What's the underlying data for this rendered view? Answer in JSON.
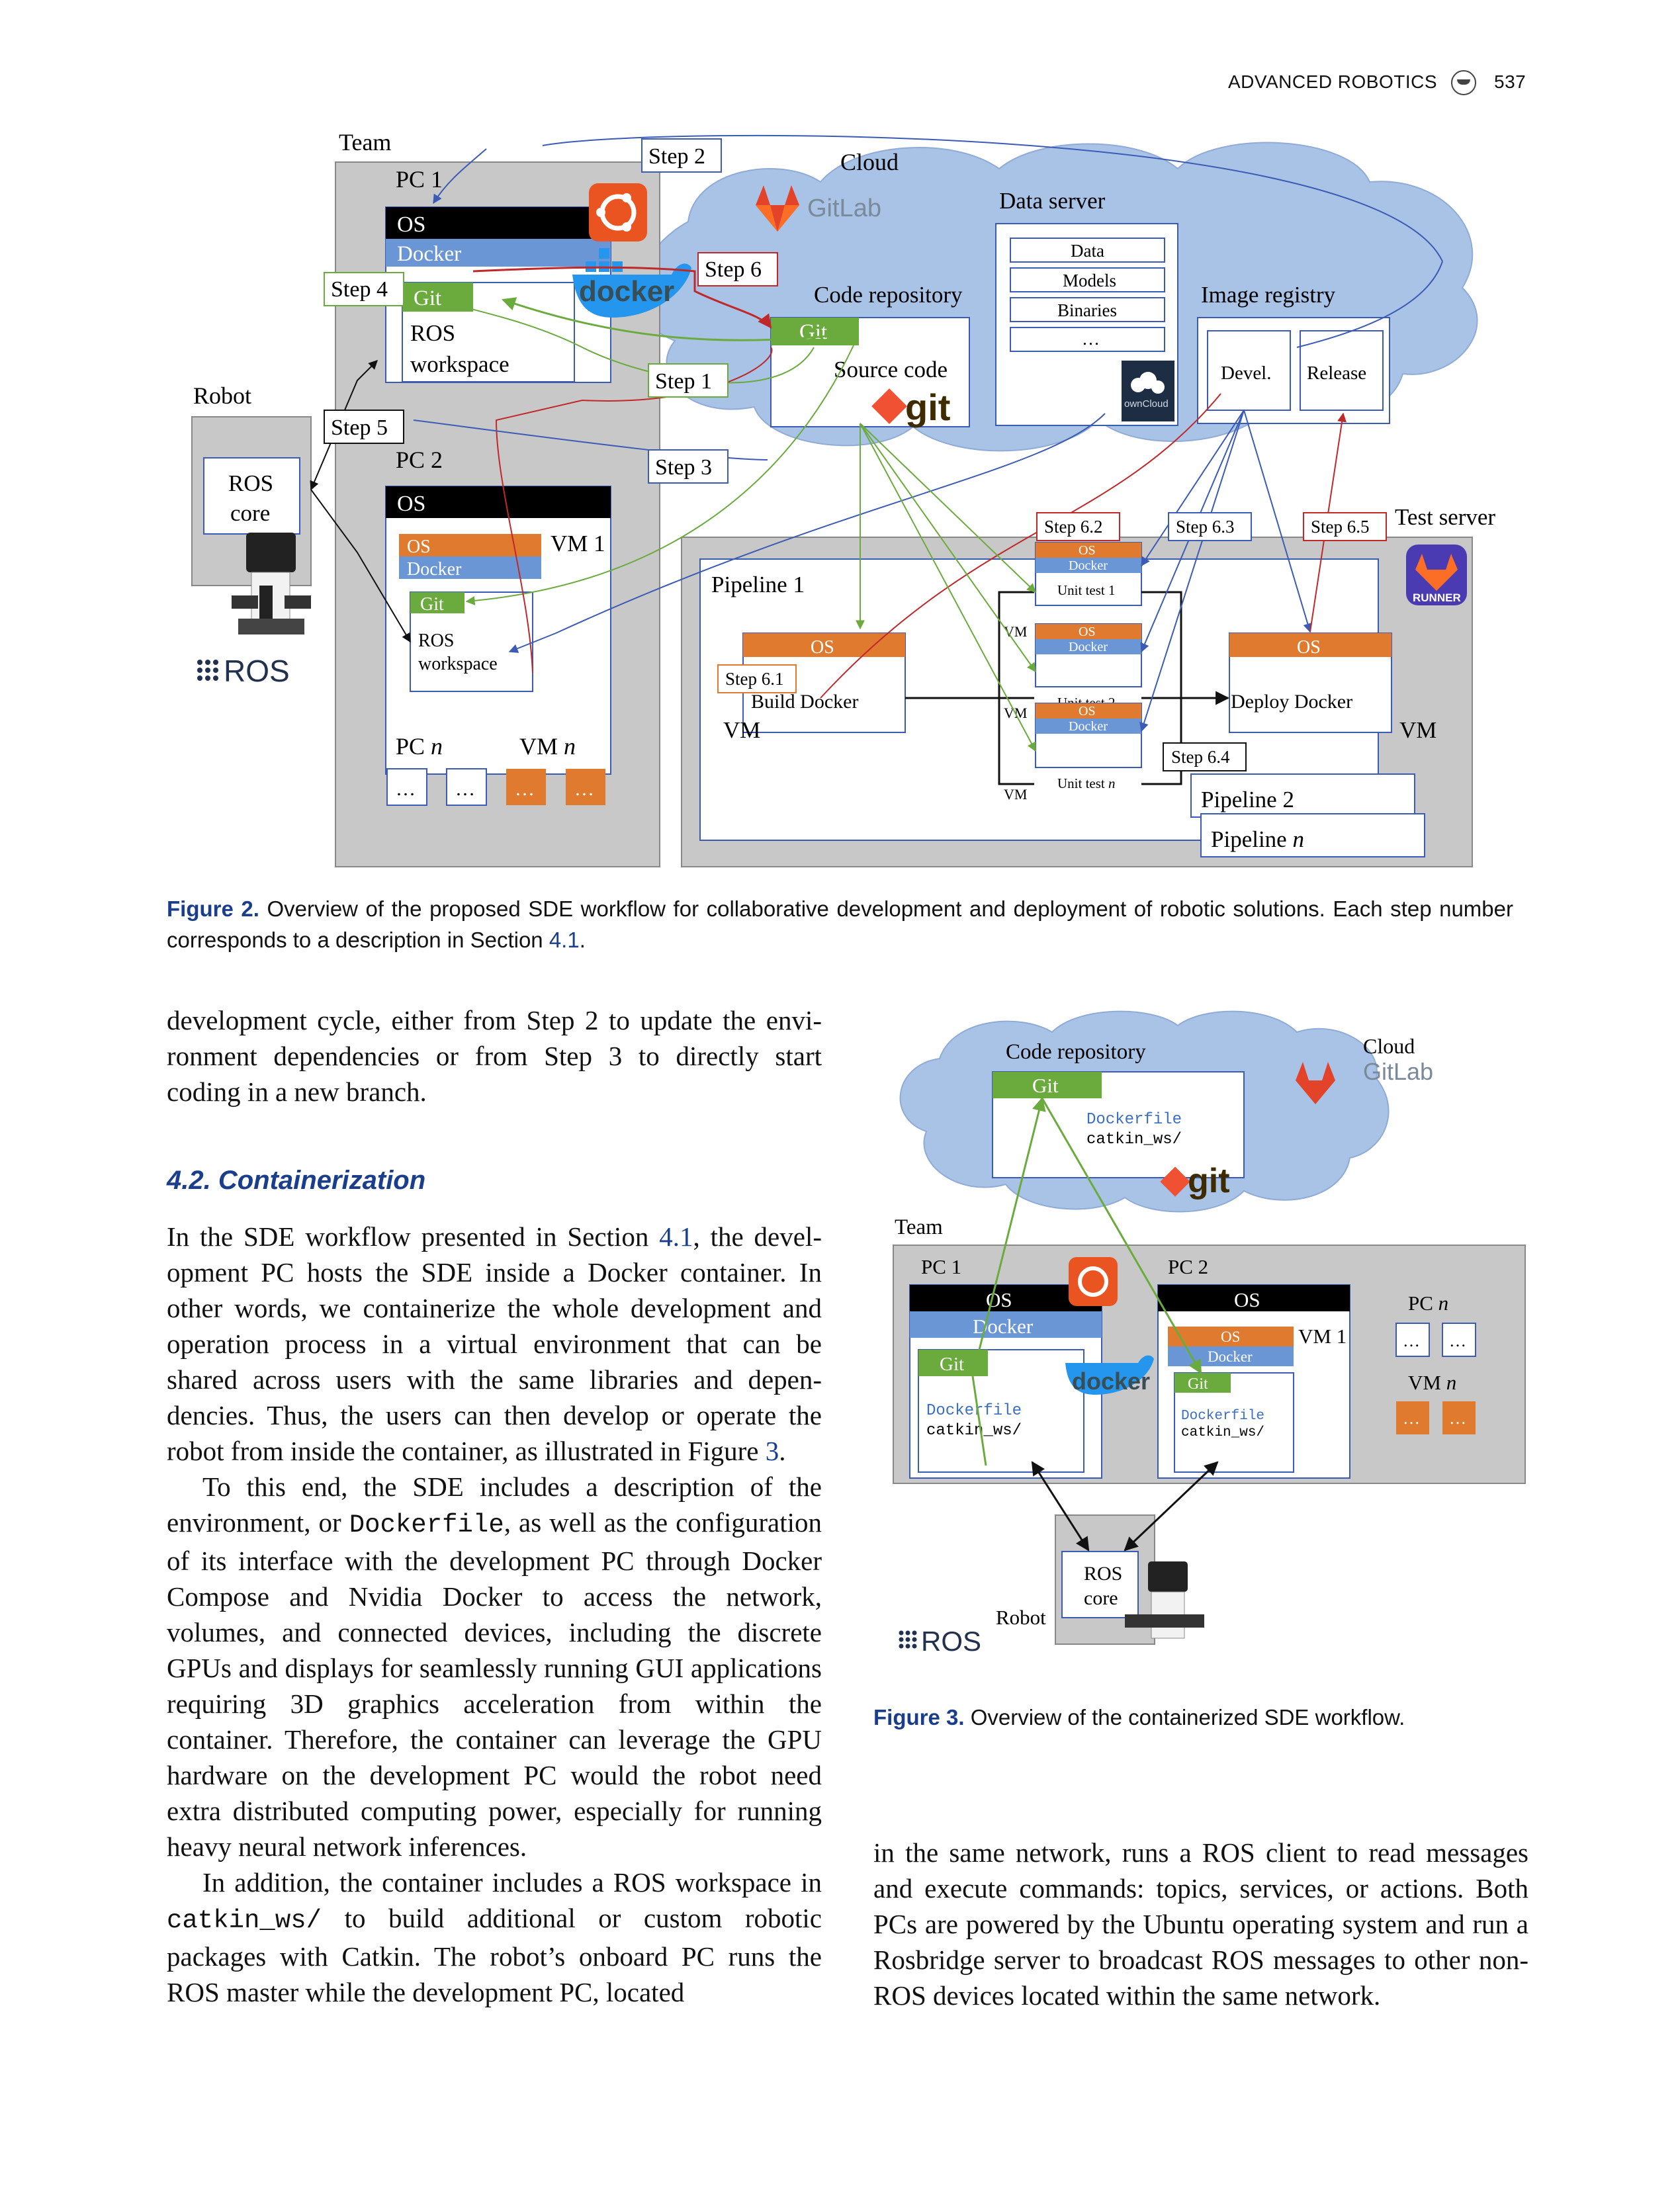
{
  "header": {
    "journal": "ADVANCED ROBOTICS",
    "page": "537"
  },
  "fig2": {
    "team": "Team",
    "pc1": "PC 1",
    "os": "OS",
    "docker": "Docker",
    "git": "Git",
    "ros": "ROS",
    "workspace": "workspace",
    "robot": "Robot",
    "ros_core1": "ROS",
    "ros_core2": "core",
    "step1": "Step 1",
    "step2": "Step 2",
    "step3": "Step 3",
    "step4": "Step 4",
    "step5": "Step 5",
    "step6": "Step 6",
    "step61": "Step 6.1",
    "step62": "Step 6.2",
    "step63": "Step 6.3",
    "step64": "Step 6.4",
    "step65": "Step 6.5",
    "pc2": "PC 2",
    "vm1": "VM 1",
    "pcn_a": "PC ",
    "pcn_b": "n",
    "vmn_a": "VM ",
    "vmn_b": "n",
    "dots": "…",
    "cloud": "Cloud",
    "gitlab": "GitLab",
    "code_repo": "Code repository",
    "source_code": "Source code",
    "data_server": "Data server",
    "data": "Data",
    "models": "Models",
    "binaries": "Binaries",
    "owncloud": "ownCloud",
    "image_registry": "Image registry",
    "devel": "Devel.",
    "release": "Release",
    "test_server": "Test server",
    "pipeline1": "Pipeline 1",
    "pipeline2": "Pipeline 2",
    "pipeline_n_a": "Pipeline ",
    "pipeline_n_b": "n",
    "build_docker": "Build Docker",
    "deploy_docker": "Deploy Docker",
    "vm": "VM",
    "unit1": "Unit test 1",
    "unit2": "Unit test 2",
    "unitn_a": "Unit test ",
    "unitn_b": "n",
    "runner": "RUNNER",
    "ros_logo": "ROS",
    "docker_logo": "docker",
    "git_logo": "git"
  },
  "fig2_caption": {
    "label": "Figure 2.",
    "text1": " Overview of the proposed SDE workflow for collaborative development and deployment of robotic solutions. Each step number corresponds to a description in Section ",
    "ref": "4.1",
    "text2": "."
  },
  "left_col": {
    "p0": "development cycle, either from Step 2 to update the envi­ronment dependencies or from Step 3 to directly start coding in a new branch.",
    "section": "4.2.  Containerization",
    "p1a": "In the SDE workflow presented in Section ",
    "p1ref": "4.1",
    "p1b": ", the devel­opment PC hosts the SDE inside a Docker container. In other words, we containerize the whole development and operation process in a virtual environment that can be shared across users with the same libraries and depen­dencies. Thus, the users can then develop or operate the robot from inside the container, as illustrated in Figure ",
    "p1ref2": "3",
    "p1c": ".",
    "p2a": "To this end, the SDE includes a description of the environment, or ",
    "p2code": "Dockerfile",
    "p2b": ", as well as the configu­ration of its interface with the development PC through Docker Compose and Nvidia Docker to access the net­work, volumes, and connected devices, including the discrete GPUs and displays for seamlessly running GUI applications requiring 3D graphics acceleration from within the container. Therefore, the container can lever­age the GPU hardware on the development PC would the robot need extra distributed computing power, especially for running heavy neural network inferences.",
    "p3a": "In addition, the container includes a ROS workspace in ",
    "p3code": "catkin_ws/",
    "p3b": " to build additional or custom robotic packages with Catkin. The robot’s onboard PC runs the ROS master while the development PC, located"
  },
  "fig3": {
    "code_repo": "Code repository",
    "git": "Git",
    "dockerfile": "Dockerfile",
    "catkin": "catkin_ws/",
    "cloud": "Cloud",
    "gitlab": "GitLab",
    "team": "Team",
    "pc1": "PC 1",
    "pc2": "PC 2",
    "os": "OS",
    "docker": "Docker",
    "vm1": "VM 1",
    "pcn_a": "PC ",
    "pcn_b": "n",
    "vmn_a": "VM ",
    "vmn_b": "n",
    "dots": "…",
    "ros": "ROS",
    "core": "core",
    "robot": "Robot"
  },
  "fig3_caption": {
    "label": "Figure 3.",
    "text": " Overview of the containerized SDE workflow."
  },
  "right_col": {
    "p1": "in the same network, runs a ROS client to read mes­sages and execute commands: topics, services, or actions. Both PCs are powered by the Ubuntu operating sys­tem and run a Rosbridge server to broadcast ROS mes­sages to other non-ROS devices located within the same network."
  },
  "colors": {
    "accent": "#1a3e8c",
    "orange": "#e07a2f",
    "docker_blue": "#6a96d6",
    "git_green": "#6bab3e",
    "step_red": "#c0282a",
    "cloud": "#a9c3e7"
  }
}
